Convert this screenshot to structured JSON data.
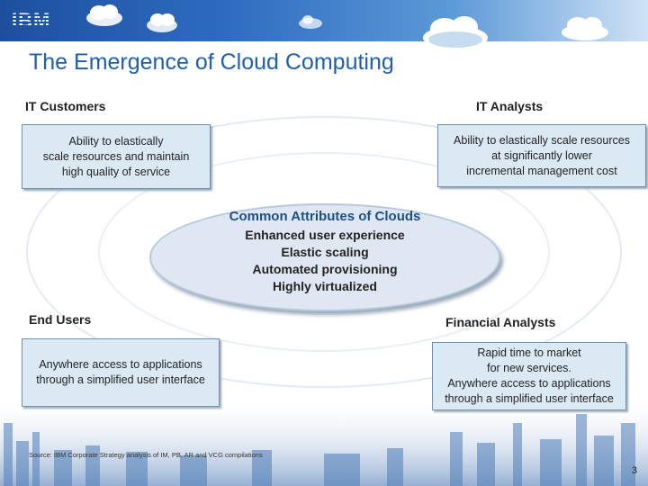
{
  "header": {
    "logo_text": "IBM"
  },
  "title": "The Emergence of Cloud Computing",
  "quadrants": {
    "top_left": {
      "label": "IT Customers",
      "lines": [
        "Ability to elastically",
        "scale resources and maintain",
        "high quality of service"
      ]
    },
    "top_right": {
      "label": "IT Analysts",
      "lines": [
        "Ability to elastically  scale resources",
        "at significantly lower",
        "incremental management cost"
      ]
    },
    "bottom_left": {
      "label": "End Users",
      "lines": [
        "Anywhere access to applications",
        "through a simplified user interface"
      ]
    },
    "bottom_right": {
      "label": "Financial Analysts",
      "lines": [
        "Rapid time to market",
        "for new services.",
        "Anywhere access to applications",
        "through a simplified user interface"
      ]
    }
  },
  "center": {
    "title": "Common Attributes of Clouds",
    "items": [
      "Enhanced user experience",
      "Elastic scaling",
      "Automated provisioning",
      "Highly virtualized"
    ]
  },
  "footer": {
    "source": "Source: IBM Corporate Strategy analysis of IM, PB, AR and VCG compilations",
    "page_number": "3"
  },
  "colors": {
    "header_blue": "#2e6cc0",
    "title_blue": "#1f5fb0",
    "box_fill": "#dbe9f4"
  }
}
